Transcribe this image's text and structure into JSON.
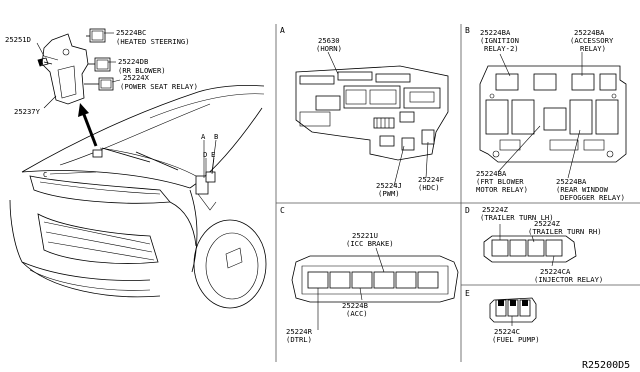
{
  "left": {
    "p25251D": "25251D",
    "p25224BC": "25224BC",
    "heated_steering": "(HEATED STEERING)",
    "p25224DB": "25224DB",
    "rr_blower": "(RR BLOWER)",
    "p25224X": "25224X",
    "power_seat_relay": "(POWER SEAT RELAY)",
    "p25237Y": "25237Y",
    "callout_c": "C",
    "callout_a": "A",
    "callout_b": "B",
    "callout_d": "D",
    "callout_e": "E"
  },
  "panel_a": {
    "letter": "A",
    "p25630": "25630",
    "horn": "(HORN)",
    "p25224J": "25224J",
    "pwm": "(PWM)",
    "p25224F": "25224F",
    "hdc": "(HDC)"
  },
  "panel_b": {
    "letter": "B",
    "p25224BA_1": "25224BA",
    "ignition_relay": "(IGNITION",
    "relay_2": "RELAY-2)",
    "p25224BA_2": "25224BA",
    "accessory": "(ACCESSORY",
    "relay": "RELAY)",
    "p25224BA_3": "25224BA",
    "frt_blower": "(FRT BLOWER",
    "motor_relay": "MOTOR RELAY)",
    "p25224BA_4": "25224BA",
    "rear_window": "(REAR WINDOW",
    "defogger_relay": "DEFOGGER RELAY)"
  },
  "panel_c": {
    "letter": "C",
    "p25221U": "25221U",
    "icc_brake": "(ICC BRAKE)",
    "p25224B": "25224B",
    "acc": "(ACC)",
    "p25224R": "25224R",
    "dtrl": "(DTRL)"
  },
  "panel_d": {
    "letter": "D",
    "p25224Z_1": "25224Z",
    "trailer_turn_lh": "(TRAILER TURN LH)",
    "p25224Z_2": "25224Z",
    "trailer_turn_rh": "(TRAILER TURN RH)",
    "p25224CA": "25224CA",
    "injector_relay": "(INJECTOR RELAY)"
  },
  "panel_e": {
    "letter": "E",
    "p25224C": "25224C",
    "fuel_pump": "(FUEL PUMP)"
  },
  "diagram_ref": "R25200D5"
}
